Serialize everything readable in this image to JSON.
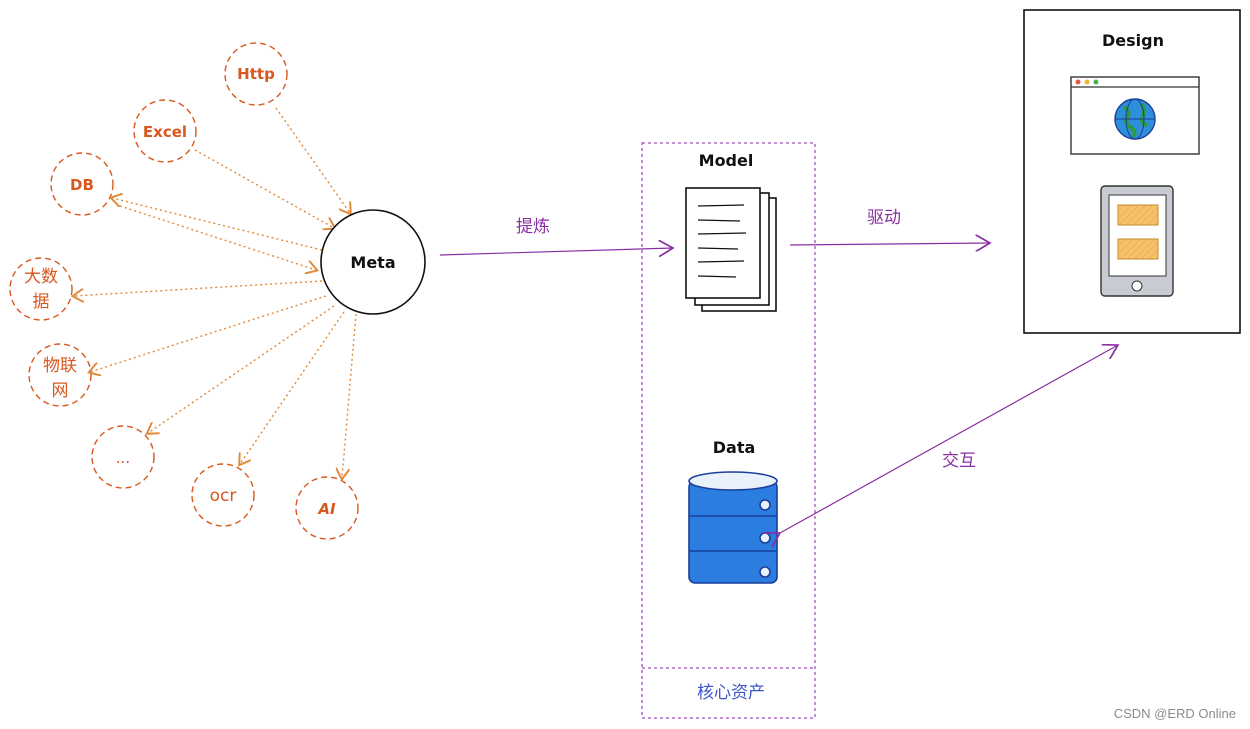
{
  "sources": {
    "http": "Http",
    "excel": "Excel",
    "db": "DB",
    "bigdata_line1": "大数",
    "bigdata_line2": "据",
    "iot_line1": "物联",
    "iot_line2": "网",
    "more": "...",
    "ocr": "ocr",
    "ai": "AI"
  },
  "meta": {
    "label": "Meta"
  },
  "edges": {
    "refine": "提炼",
    "drive": "驱动",
    "interact": "交互"
  },
  "core_assets": {
    "model_label": "Model",
    "data_label": "Data",
    "footer_label": "核心资产"
  },
  "design": {
    "title": "Design"
  },
  "watermark": "CSDN @ERD Online",
  "colors": {
    "source_orange": "#d9581f",
    "edge_purple": "#8a2fa3",
    "core_blue": "#3b54c8",
    "db_blue": "#2b7de0",
    "card_yellow": "#f5c26b"
  }
}
